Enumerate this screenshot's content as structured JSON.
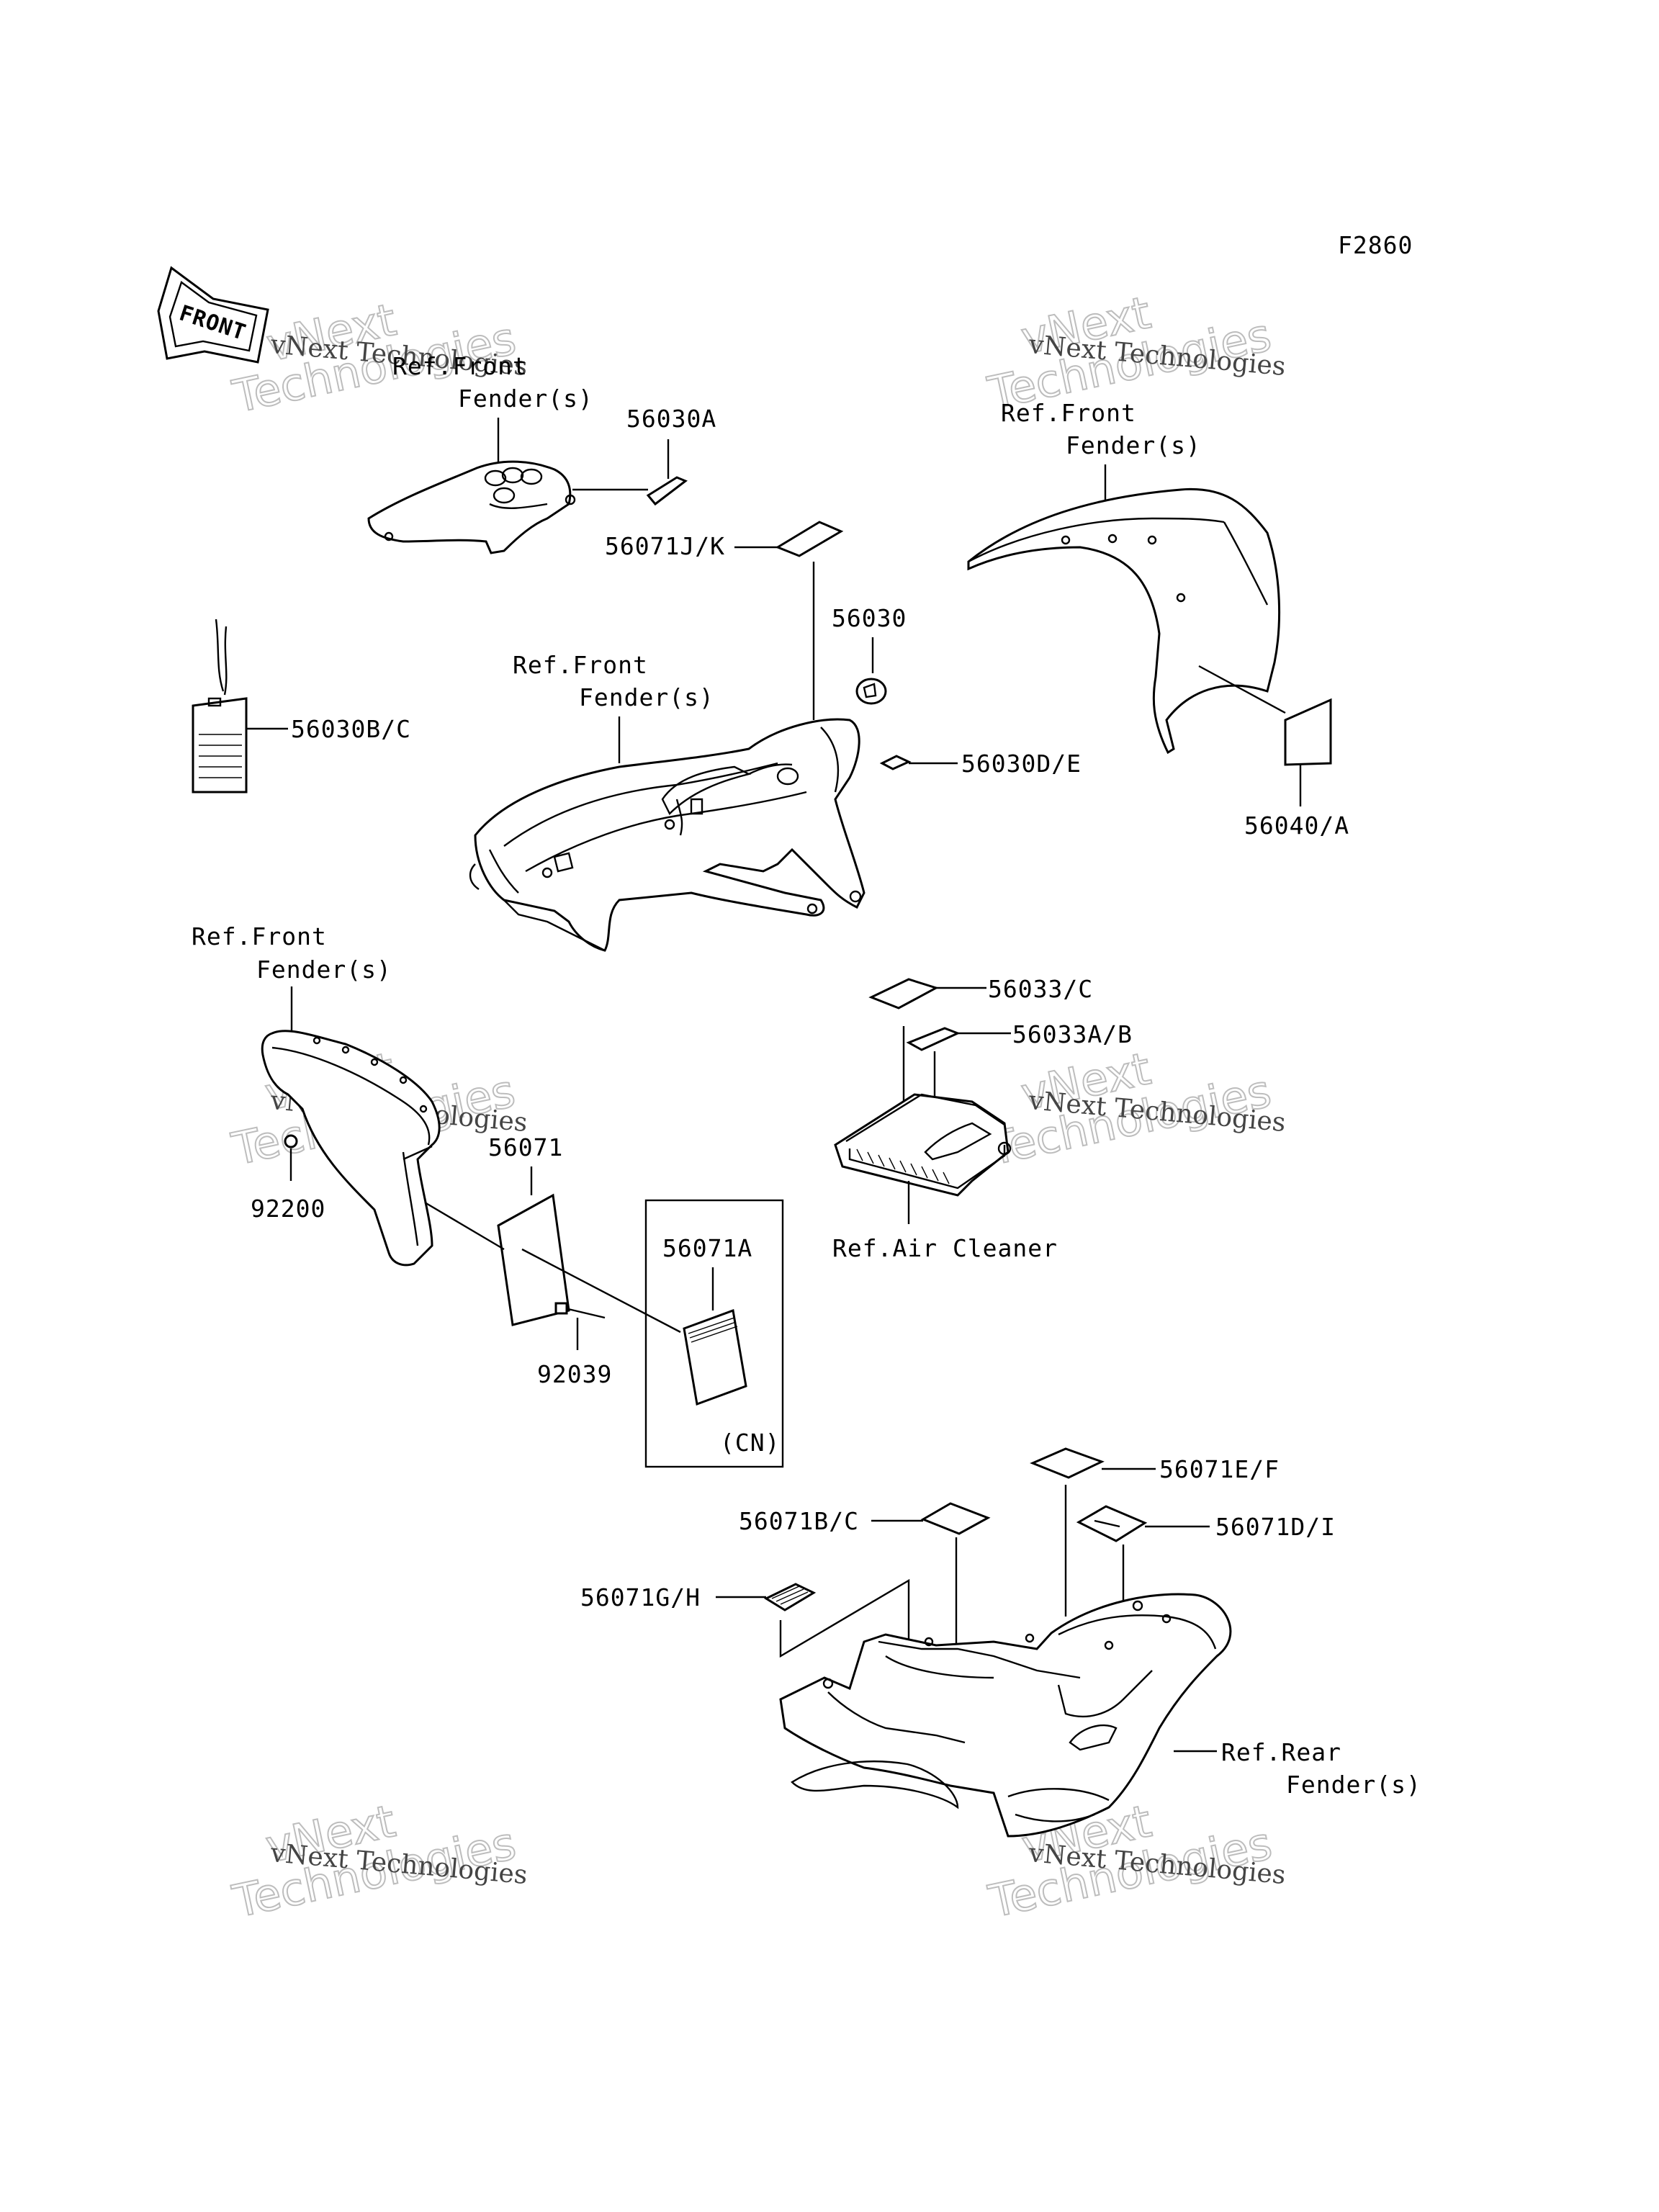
{
  "diagram": {
    "code": "F2860",
    "front_arrow": "FRONT",
    "watermark": {
      "line1": "vNext Technologies",
      "outline_a": "vNext",
      "outline_b": "Technologies"
    },
    "parts": {
      "p56030A": "56030A",
      "p56071JK": "56071J/K",
      "p56030": "56030",
      "p56030BC": "56030B/C",
      "p56030DE": "56030D/E",
      "p56040A": "56040/A",
      "p56033C": "56033/C",
      "p56033AB": "56033A/B",
      "p56071": "56071",
      "p92200": "92200",
      "p56071A": "56071A",
      "p92039": "92039",
      "pCN": "(CN)",
      "p56071EF": "56071E/F",
      "p56071BC": "56071B/C",
      "p56071DI": "56071D/I",
      "p56071GH": "56071G/H"
    },
    "refs": {
      "front_fender_1": {
        "line1": "Ref.Front",
        "line2": "Fender(s)"
      },
      "front_fender_2": {
        "line1": "Ref.Front",
        "line2": "Fender(s)"
      },
      "front_fender_3": {
        "line1": "Ref.Front",
        "line2": "Fender(s)"
      },
      "front_fender_4": {
        "line1": "Ref.Front",
        "line2": "Fender(s)"
      },
      "air_cleaner": "Ref.Air Cleaner",
      "rear_fender": {
        "line1": "Ref.Rear",
        "line2": "Fender(s)"
      }
    }
  }
}
